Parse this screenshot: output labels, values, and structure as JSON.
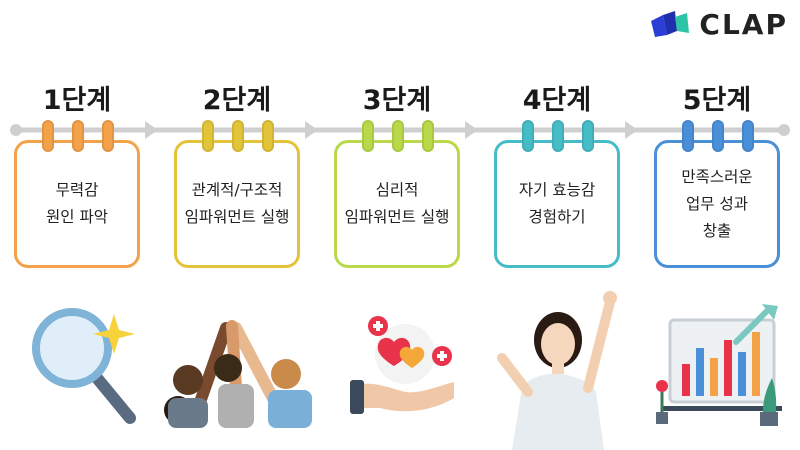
{
  "logo": {
    "text": "CLAP",
    "icon": "clap-logo-icon"
  },
  "steps": [
    {
      "label": "1단계",
      "text": "무력감\n원인 파악",
      "color": "#f4a24a",
      "illustration": "magnifier-sparkle-icon"
    },
    {
      "label": "2단계",
      "text": "관계적/구조적\n임파워먼트 실행",
      "color": "#e2c43a",
      "illustration": "team-high-five-icon"
    },
    {
      "label": "3단계",
      "text": "심리적\n임파워먼트 실행",
      "color": "#b9d84a",
      "illustration": "hand-hearts-icon"
    },
    {
      "label": "4단계",
      "text": "자기 효능감\n경험하기",
      "color": "#46bcc7",
      "illustration": "cheering-woman-icon"
    },
    {
      "label": "5단계",
      "text": "만족스러운\n업무 성과\n창출",
      "color": "#4a90d9",
      "illustration": "growth-chart-icon"
    }
  ]
}
